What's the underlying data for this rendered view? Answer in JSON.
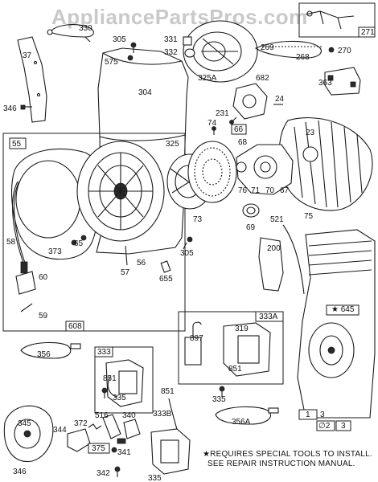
{
  "watermark": "AppliancePartsPros.com",
  "notes": {
    "line1": "★REQUIRES SPECIAL TOOLS TO INSTALL.",
    "line2": "SEE REPAIR INSTRUCTION MANUAL."
  },
  "labels": {
    "p330": "330",
    "p305a": "305",
    "p331": "331",
    "p332": "332",
    "p325a": "325A",
    "p271": "271",
    "p269": "269",
    "p268": "268",
    "p270": "270",
    "p37": "37",
    "p575": "575",
    "p304": "304",
    "p346a": "346",
    "p682": "682",
    "p363": "363",
    "p231": "231",
    "p24": "24",
    "p74": "74",
    "p66": "66",
    "p68": "68",
    "p23": "23",
    "p55": "55",
    "p325": "325",
    "p76": "76",
    "p71": "71",
    "p70": "70",
    "p67": "67",
    "p73": "73",
    "p69": "69",
    "p75": "75",
    "p521": "521",
    "p200": "200",
    "p58": "58",
    "p373": "373",
    "p65": "65",
    "p56": "56",
    "p305b": "305",
    "p57": "57",
    "p655": "655",
    "p60": "60",
    "p59": "59",
    "p608": "608",
    "p645": "★ 645",
    "p333": "333",
    "p333a": "333A",
    "p319": "319",
    "p897": "897",
    "p851a": "851",
    "p851b": "851",
    "p356": "356",
    "p335a": "335",
    "p335b": "335",
    "p356a": "356A",
    "p851c": "851",
    "p333b": "333B",
    "p516": "516",
    "p340": "340",
    "p372": "372",
    "p345": "345",
    "p344": "344",
    "p375": "375",
    "p341": "341",
    "p342": "342",
    "p335c": "335",
    "p346b": "346",
    "p1": "1",
    "p3a": "3",
    "p2": "∅2",
    "p3b": "3"
  }
}
